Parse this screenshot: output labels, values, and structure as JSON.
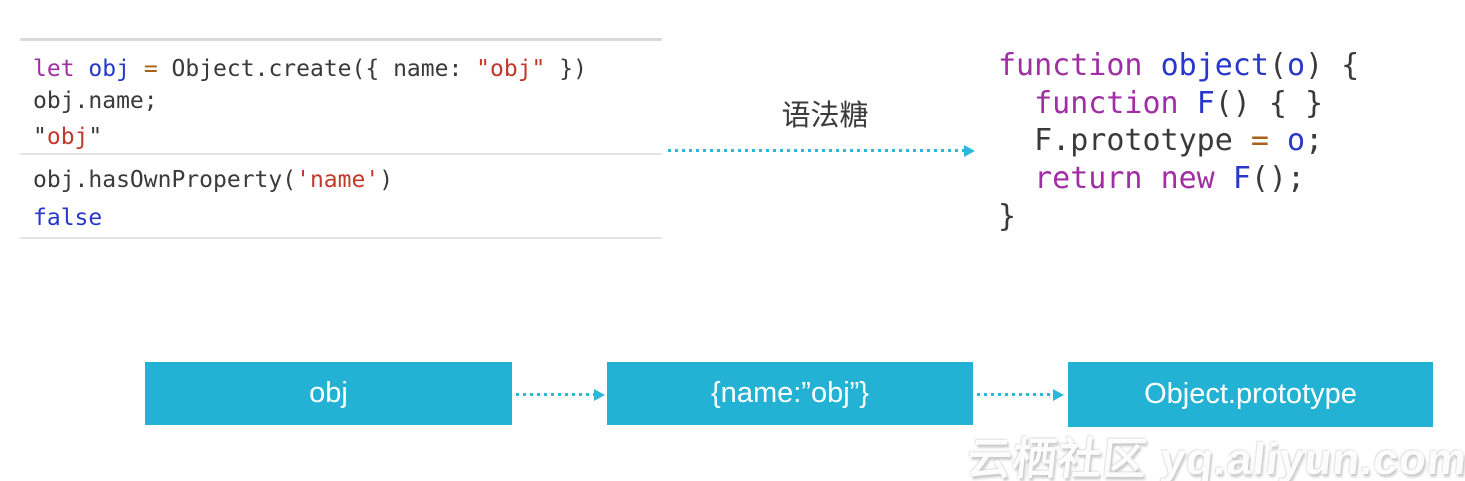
{
  "colors": {
    "node_cyan": "#23b2d4",
    "arrow_cyan": "#2cb9d9",
    "code_keyword_magenta": "#a12fa4",
    "code_identifier_blue": "#2838c8",
    "code_string_red": "#c2392b",
    "code_operator_orange": "#a9621e",
    "code_plain_dark": "#3a3a3c"
  },
  "console_panel": {
    "line1": [
      "let",
      " ",
      "obj",
      " ",
      "=",
      " Object.create({ name: ",
      "\"obj\"",
      " })"
    ],
    "line2": [
      "obj.name;"
    ],
    "line3": [
      "\"",
      "obj",
      "\""
    ],
    "line4": [
      "obj.hasOwnProperty(",
      "'name'",
      ")"
    ],
    "line5": [
      "false"
    ]
  },
  "sugar_label": "语法糖",
  "right_code": {
    "line1": [
      "function",
      " ",
      "object",
      "(",
      "o",
      ") {"
    ],
    "line2": [
      "  ",
      "function",
      " ",
      "F",
      "() { }"
    ],
    "line3": [
      "  F.prototype ",
      "=",
      " ",
      "o",
      ";"
    ],
    "line4": [
      "  ",
      "return",
      " ",
      "new",
      " ",
      "F",
      "();"
    ],
    "line5": [
      "}"
    ]
  },
  "prototype_chain": {
    "nodes": [
      "obj",
      "{name:”obj”}",
      "Object.prototype"
    ]
  },
  "watermark": "云栖社区 yq.aliyun.com"
}
